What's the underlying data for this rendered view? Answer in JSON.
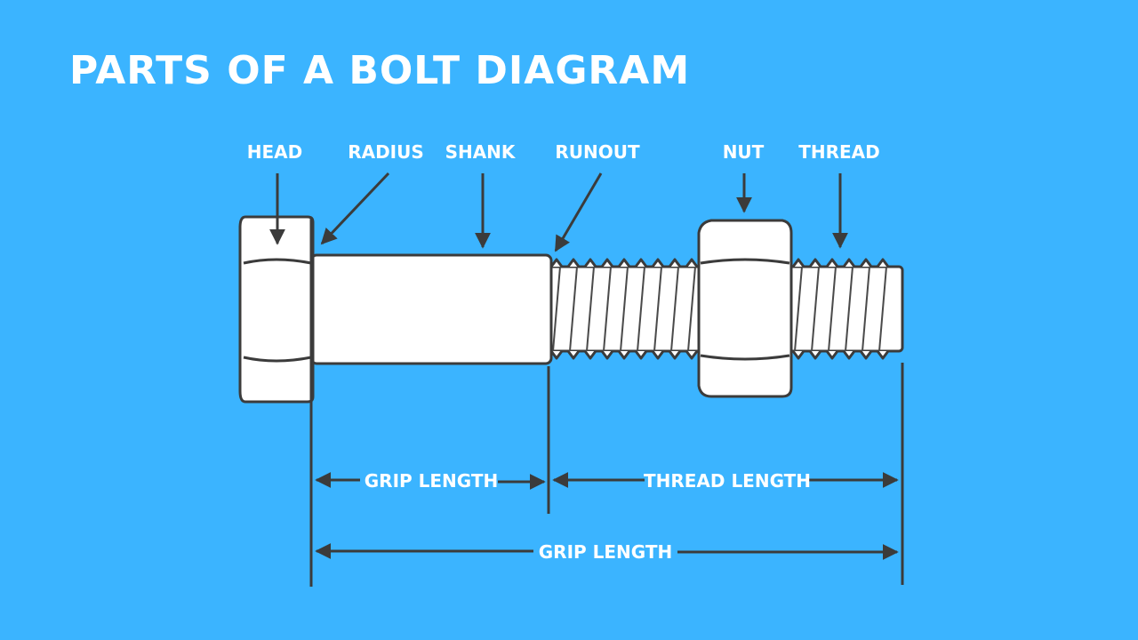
{
  "title": "PARTS OF A BOLT DIAGRAM",
  "colors": {
    "background": "#3bb4ff",
    "outline": "#3b3b3b",
    "fill": "#ffffff",
    "label_text": "#ffffff"
  },
  "labels": {
    "head": "HEAD",
    "radius": "RADIUS",
    "shank": "SHANK",
    "runout": "RUNOUT",
    "nut": "NUT",
    "thread": "THREAD"
  },
  "dimensions": {
    "grip_length_top": "GRIP LENGTH",
    "thread_length": "THREAD LENGTH",
    "grip_length_bottom": "GRIP LENGTH"
  }
}
